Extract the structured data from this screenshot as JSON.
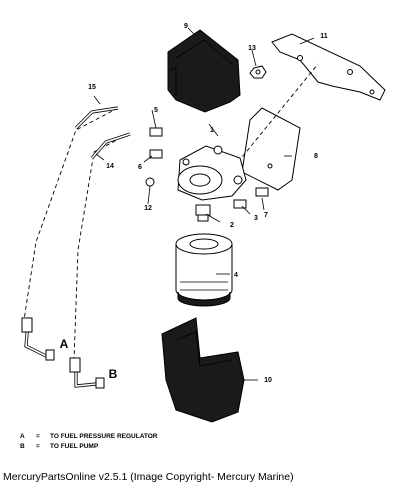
{
  "callouts": [
    "1",
    "2",
    "3",
    "4",
    "5",
    "6",
    "7",
    "8",
    "9",
    "10",
    "11",
    "12",
    "13",
    "14",
    "15"
  ],
  "hose_labels": {
    "a": "A",
    "b": "B"
  },
  "legend": [
    {
      "key": "A",
      "eq": "=",
      "text": "TO FUEL PRESSURE REGULATOR"
    },
    {
      "key": "B",
      "eq": "=",
      "text": "TO FUEL PUMP"
    }
  ],
  "footer": "MercuryPartsOnline v2.5.1 (Image Copyright- Mercury Marine)"
}
